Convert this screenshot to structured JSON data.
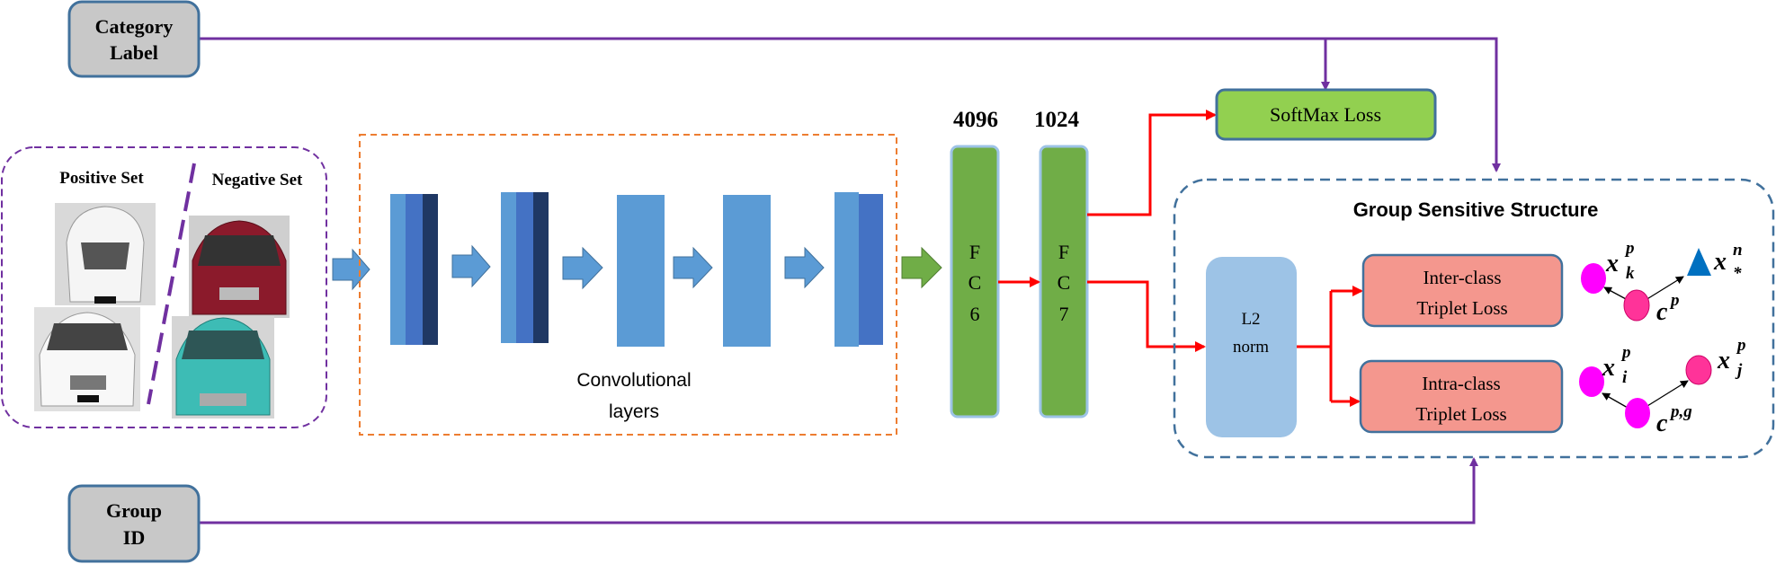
{
  "inputs": {
    "category_label": [
      "Category",
      "Label"
    ],
    "group_id": [
      "Group",
      "ID"
    ]
  },
  "image_set": {
    "positive_label": "Positive Set",
    "negative_label": "Negative Set"
  },
  "conv": {
    "label_line1": "Convolutional",
    "label_line2": "layers"
  },
  "fc": {
    "fc6_dim": "4096",
    "fc7_dim": "1024",
    "fc6_letters": [
      "F",
      "C",
      "6"
    ],
    "fc7_letters": [
      "F",
      "C",
      "7"
    ]
  },
  "softmax": {
    "label": "SoftMax Loss"
  },
  "group_structure": {
    "title": "Group Sensitive Structure",
    "l2": [
      "L2",
      "norm"
    ],
    "inter": [
      "Inter-class",
      "Triplet Loss"
    ],
    "intra": [
      "Intra-class",
      "Triplet Loss"
    ],
    "inter_symbols": {
      "xk": "x",
      "xk_sup": "p",
      "xk_sub": "k",
      "xn": "x",
      "xn_sup": "n",
      "xn_sub": "*",
      "c": "c",
      "c_sup": "p"
    },
    "intra_symbols": {
      "xi": "x",
      "xi_sup": "p",
      "xi_sub": "i",
      "xj": "x",
      "xj_sup": "p",
      "xj_sub": "j",
      "c": "c",
      "c_sup": "p,g"
    }
  },
  "colors": {
    "purple": "#7030a0",
    "red": "#ff0000",
    "green": "#70ad47",
    "softmax_green": "#92d050",
    "conv_light": "#5b9bd5",
    "conv_mid": "#4472c4",
    "conv_dark": "#1f3864",
    "orange": "#ed7d31",
    "pink_box": "#f4978e",
    "l2_blue": "#9dc3e6",
    "magenta": "#ff00ff",
    "pink_dot": "#ff3399"
  }
}
